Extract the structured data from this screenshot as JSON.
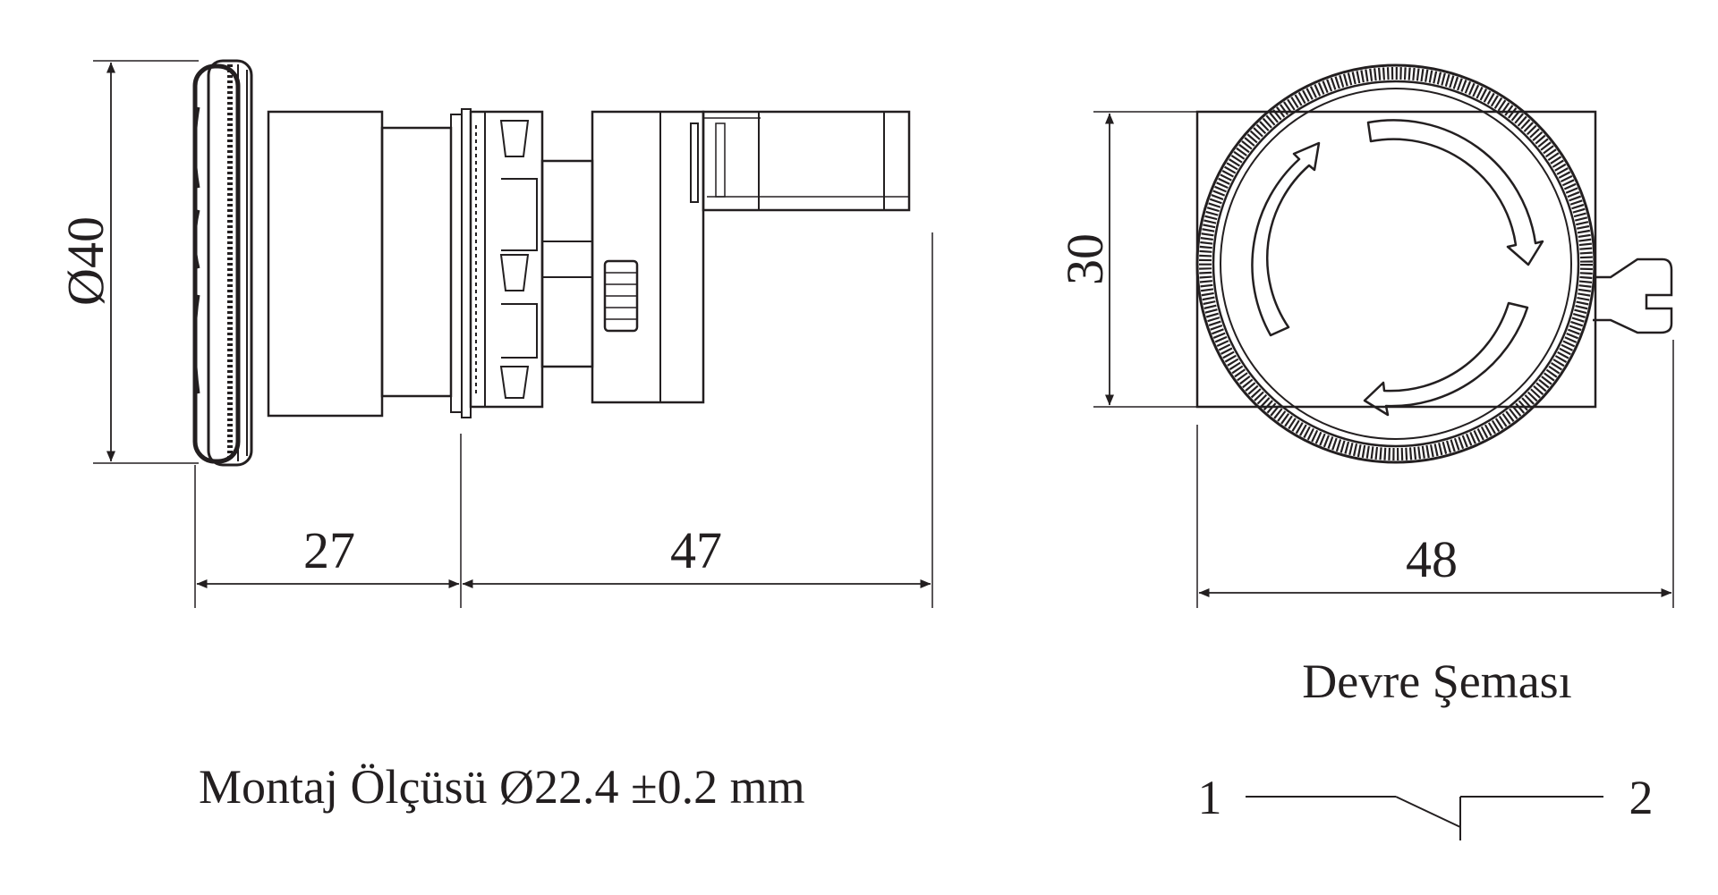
{
  "side_view": {
    "diameter_label": "Ø40",
    "dim_a": "27",
    "dim_b": "47"
  },
  "front_view": {
    "height_label": "30",
    "width_label": "48"
  },
  "mounting_note": "Montaj Ölçüsü Ø22.4 ±0.2 mm",
  "circuit": {
    "title": "Devre Şeması",
    "terminal_left": "1",
    "terminal_right": "2"
  },
  "colors": {
    "line": "#231f20",
    "background": "#ffffff"
  }
}
